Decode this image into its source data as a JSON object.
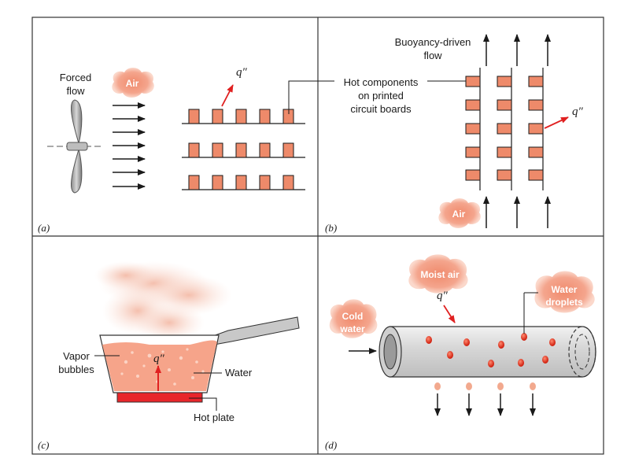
{
  "panels": [
    {
      "id": "a",
      "label": "(a)"
    },
    {
      "id": "b",
      "label": "(b)"
    },
    {
      "id": "c",
      "label": "(c)"
    },
    {
      "id": "d",
      "label": "(d)"
    }
  ],
  "panel_a": {
    "forced_flow_line1": "Forced",
    "forced_flow_line2": "flow",
    "air": "Air",
    "heat_flux": "q″"
  },
  "panel_b": {
    "buoyancy_line1": "Buoyancy-driven",
    "buoyancy_line2": "flow",
    "hot_components_line1": "Hot components",
    "hot_components_line2": "on printed",
    "hot_components_line3": "circuit boards",
    "heat_flux": "q″",
    "air": "Air"
  },
  "panel_c": {
    "vapor_line1": "Vapor",
    "vapor_line2": "bubbles",
    "heat_flux": "q″",
    "water": "Water",
    "hot_plate": "Hot plate"
  },
  "panel_d": {
    "moist_air": "Moist air",
    "heat_flux": "q″",
    "cold_water_line1": "Cold",
    "cold_water_line2": "water",
    "droplets_line1": "Water",
    "droplets_line2": "droplets"
  },
  "colors": {
    "component_fill": "#ee8a6a",
    "cloud_fill": "#f4a58d",
    "cloud_glow": "#fbd8cb",
    "heat_arrow": "#e02020",
    "hot_plate": "#e8262a",
    "water_fill": "#f6a48a",
    "pipe": "#d9d9d9",
    "droplet": "#e0301e",
    "falling_drop": "#f2a98e",
    "steam": "#f5c4b3"
  }
}
